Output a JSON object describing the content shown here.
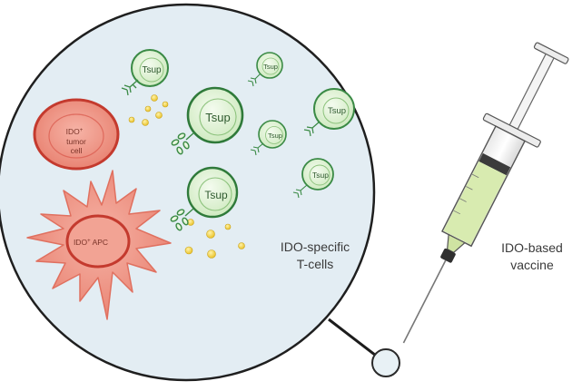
{
  "labels": {
    "tsup": "Tsup",
    "tumor_line1": "IDO",
    "tumor_line2": "tumor",
    "tumor_line3": "cell",
    "apc_text": "IDO",
    "apc_suffix": "APC",
    "superscript": "+",
    "tcells_line1": "IDO-specific",
    "tcells_line2": "T-cells",
    "vaccine_line1": "IDO-based",
    "vaccine_line2": "vaccine"
  },
  "colors": {
    "circle_fill": "#e3edf3",
    "circle_stroke": "#2a2a2a",
    "tcell_stroke": "#3a8a45",
    "tcell_fill": "#e9f6e2",
    "tcell_inner": "#d6efc8",
    "tumor_fill": "#f08d7e",
    "tumor_stroke": "#c43a2e",
    "apc_fill": "#f2a394",
    "granule": "#f0c93a",
    "vaccine_liquid": "#d8ebb0"
  },
  "icons": {
    "syringe": "syringe-icon",
    "tcell": "t-cell-icon",
    "receptor": "receptor-icon"
  }
}
